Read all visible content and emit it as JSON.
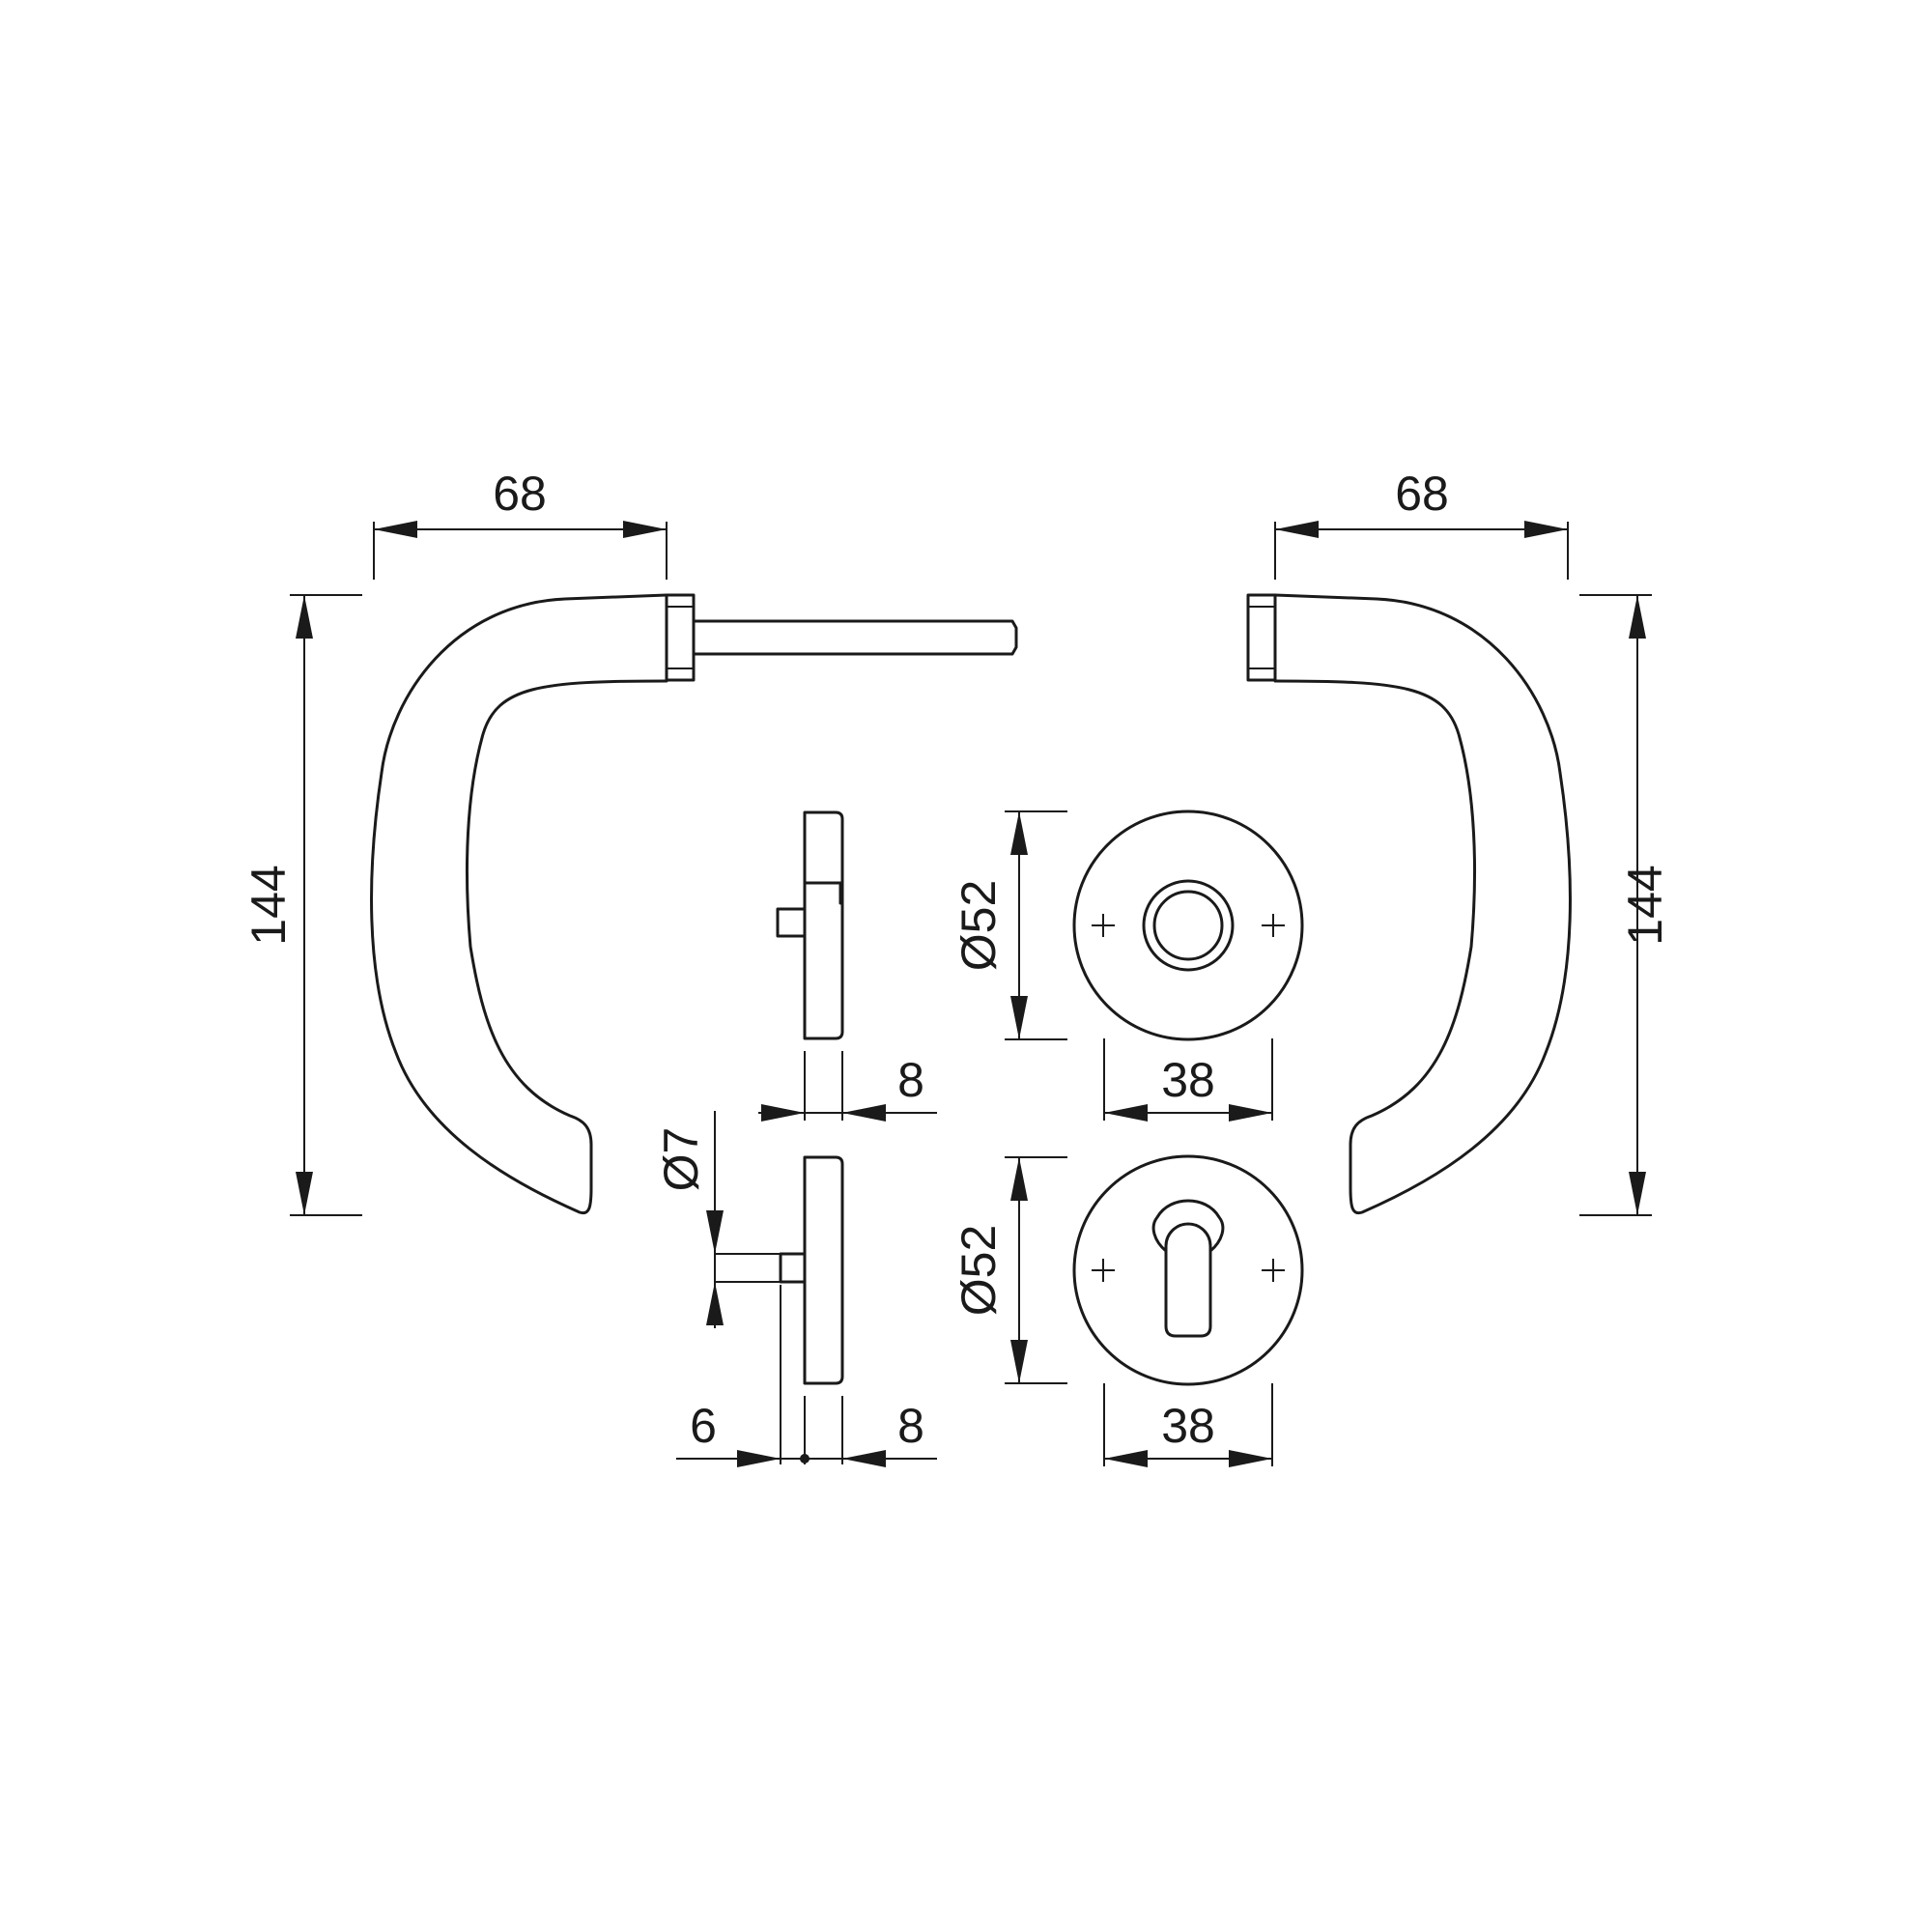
{
  "dimensions": {
    "left_handle_width": "68",
    "left_handle_height": "144",
    "right_handle_width": "68",
    "right_handle_height": "144",
    "rose_top_diameter": "Ø52",
    "rose_top_inner_width": "38",
    "rose_bottom_diameter": "Ø52",
    "rose_bottom_inner_width": "38",
    "side_top_thickness": "8",
    "side_bottom_pin_diameter": "Ø7",
    "side_bottom_offset": "6",
    "side_bottom_thickness": "8"
  },
  "colors": {
    "line": "#1a1a1a",
    "background": "#ffffff"
  }
}
